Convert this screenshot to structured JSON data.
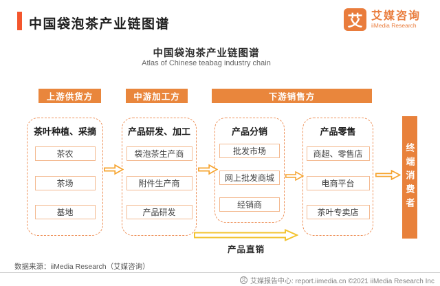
{
  "header": {
    "title": "中国袋泡茶产业链图谱"
  },
  "logo": {
    "glyph": "艾",
    "name_cn": "艾媒咨询",
    "name_en": "iiMedia Research"
  },
  "chart": {
    "title": "中国袋泡茶产业链图谱",
    "subtitle": "Atlas of Chinese teabag industry chain"
  },
  "stages": [
    {
      "label": "上游供货方"
    },
    {
      "label": "中游加工方"
    },
    {
      "label": "下游销售方"
    }
  ],
  "columns": [
    {
      "header": "茶叶种植、采摘",
      "items": [
        "茶农",
        "茶场",
        "基地"
      ]
    },
    {
      "header": "产品研发、加工",
      "items": [
        "袋泡茶生产商",
        "附件生产商",
        "产品研发"
      ]
    },
    {
      "header": "产品分销",
      "items": [
        "批发市场",
        "网上批发商城",
        "经销商"
      ]
    },
    {
      "header": "产品零售",
      "items": [
        "商超、零售店",
        "电商平台",
        "茶叶专卖店"
      ]
    }
  ],
  "consumer_bar_label": "终端消费者",
  "direct_sales_label": "产品直销",
  "source_note": "数据来源：iiMedia Research（艾媒咨询）",
  "footer": {
    "logo_glyph": "艾",
    "text": "艾媒报告中心: report.iimedia.cn ©2021 iiMedia Research Inc"
  },
  "colors": {
    "brand_orange": "#E97C3C",
    "stage_orange": "#E9863C",
    "accent_red_orange": "#F4562D",
    "dashed_border": "#EE9159",
    "box_border": "#F3B990",
    "small_arrow": "#F6A42F",
    "long_arrow": "#F3C32F"
  }
}
